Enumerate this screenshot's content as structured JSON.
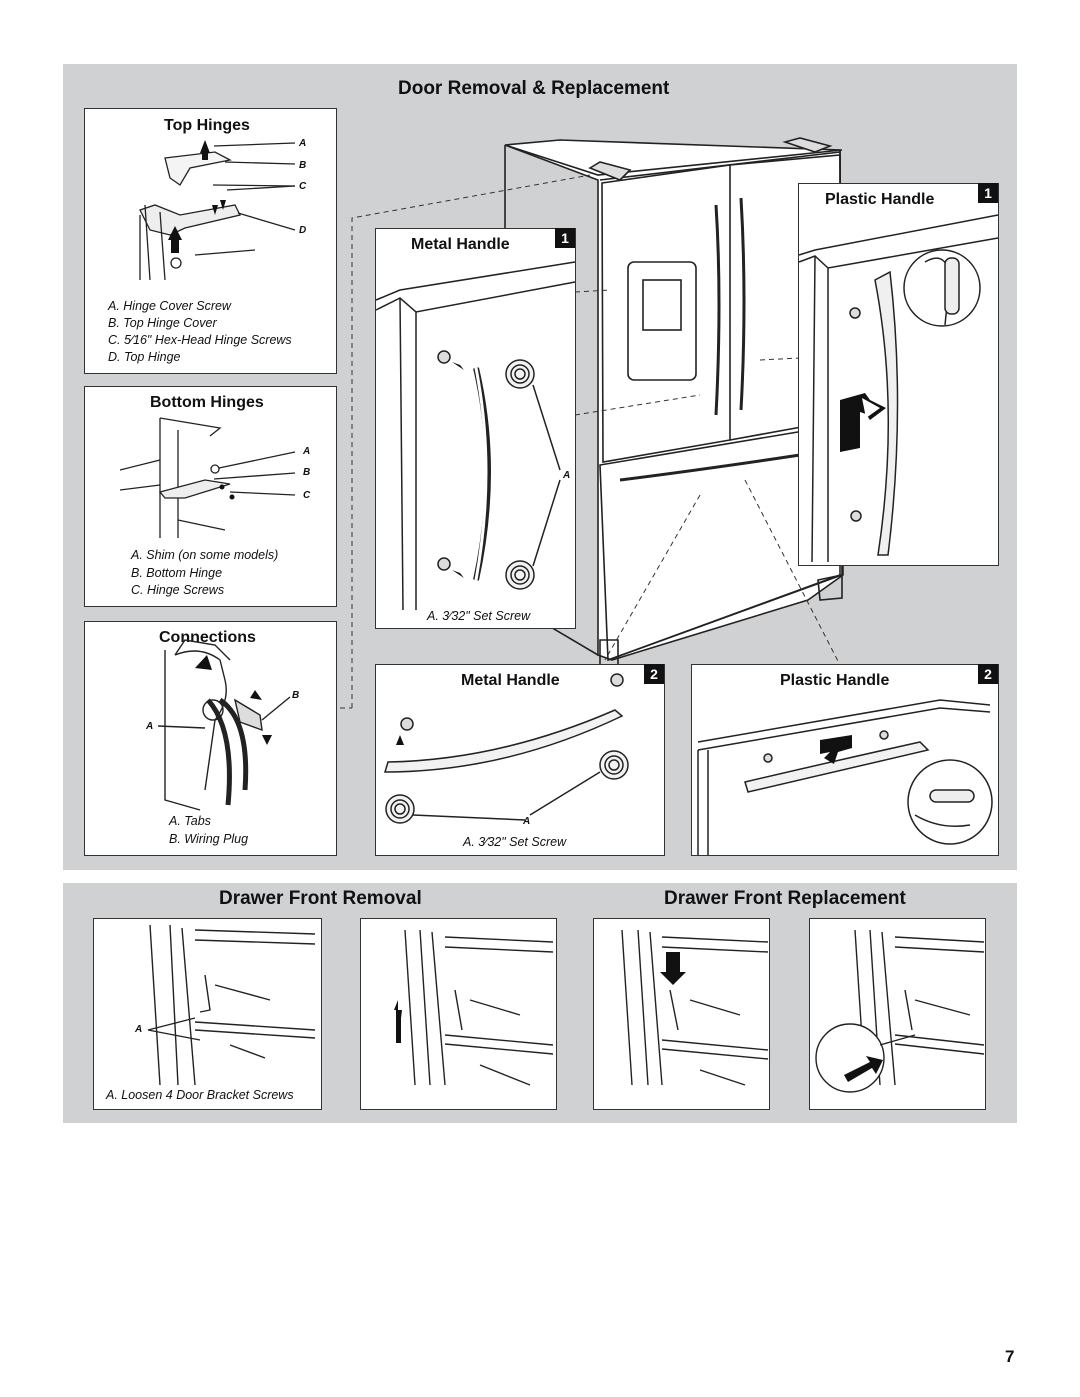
{
  "door_section": {
    "title": "Door Removal & Replacement",
    "top_hinges": {
      "title": "Top Hinges",
      "labels": [
        "A",
        "B",
        "C",
        "D"
      ],
      "legend": [
        "A. Hinge Cover Screw",
        "B. Top Hinge Cover",
        "C. 5⁄16\" Hex-Head Hinge Screws",
        "D. Top Hinge"
      ]
    },
    "bottom_hinges": {
      "title": "Bottom Hinges",
      "labels": [
        "A",
        "B",
        "C"
      ],
      "legend": [
        "A. Shim (on some models)",
        "B. Bottom Hinge",
        "C. Hinge Screws"
      ]
    },
    "connections": {
      "title": "Connections",
      "labels": [
        "B",
        "A"
      ],
      "legend": [
        "A. Tabs",
        "B. Wiring Plug"
      ]
    },
    "metal_handle_1": {
      "title": "Metal Handle",
      "step": "1",
      "label": "A",
      "legend": "A. 3⁄32\" Set Screw"
    },
    "plastic_handle_1": {
      "title": "Plastic Handle",
      "step": "1"
    },
    "metal_handle_2": {
      "title": "Metal Handle",
      "step": "2",
      "label": "A",
      "legend": "A. 3⁄32\" Set Screw"
    },
    "plastic_handle_2": {
      "title": "Plastic Handle",
      "step": "2"
    }
  },
  "drawer_section": {
    "removal_title": "Drawer Front Removal",
    "replacement_title": "Drawer Front Replacement",
    "removal_label": "A",
    "removal_legend": "A. Loosen 4 Door Bracket Screws"
  },
  "page_number": "7"
}
